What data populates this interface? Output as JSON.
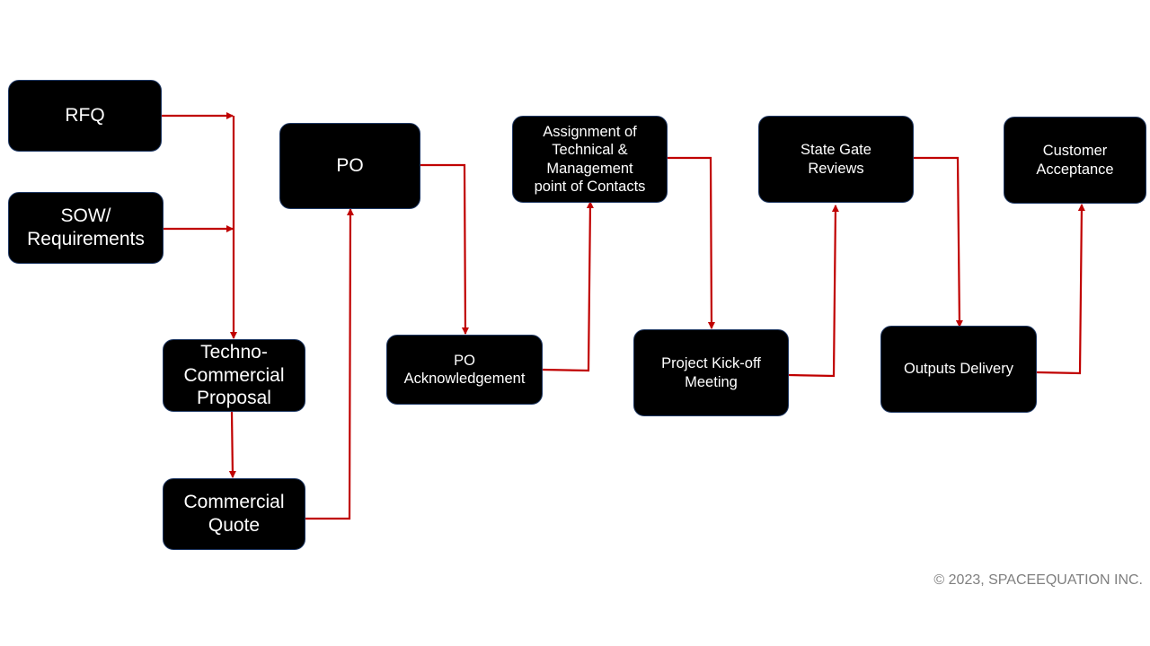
{
  "diagram": {
    "nodes": [
      {
        "id": "rfq",
        "label": "RFQ"
      },
      {
        "id": "sow",
        "label": "SOW/\nRequirements"
      },
      {
        "id": "tcp",
        "label": "Techno-\nCommercial\nProposal"
      },
      {
        "id": "cq",
        "label": "Commercial\nQuote"
      },
      {
        "id": "po",
        "label": "PO"
      },
      {
        "id": "poack",
        "label": "PO\nAcknowledgement"
      },
      {
        "id": "assign",
        "label": "Assignment of\nTechnical &\nManagement\npoint of Contacts"
      },
      {
        "id": "kickoff",
        "label": "Project Kick-off\nMeeting"
      },
      {
        "id": "gate",
        "label": "State Gate\nReviews"
      },
      {
        "id": "outputs",
        "label": "Outputs Delivery"
      },
      {
        "id": "accept",
        "label": "Customer\nAcceptance"
      }
    ],
    "edges": [
      {
        "from": "rfq",
        "to": "tcp"
      },
      {
        "from": "sow",
        "to": "tcp"
      },
      {
        "from": "tcp",
        "to": "cq"
      },
      {
        "from": "cq",
        "to": "po"
      },
      {
        "from": "po",
        "to": "poack"
      },
      {
        "from": "poack",
        "to": "assign"
      },
      {
        "from": "assign",
        "to": "kickoff"
      },
      {
        "from": "kickoff",
        "to": "gate"
      },
      {
        "from": "gate",
        "to": "outputs"
      },
      {
        "from": "outputs",
        "to": "accept"
      }
    ],
    "colors": {
      "node_fill": "#000000",
      "node_border": "#1f3864",
      "arrow": "#c00000",
      "text": "#ffffff"
    }
  },
  "footer": {
    "copyright": "© 2023, SPACEEQUATION INC."
  }
}
